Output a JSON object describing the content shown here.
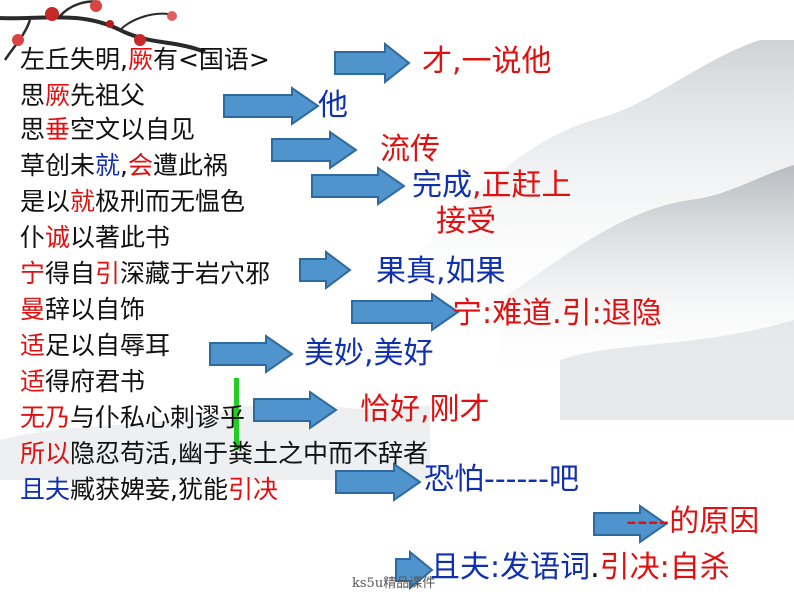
{
  "colors": {
    "black": "#111111",
    "red": "#e01010",
    "blue": "#1030b0",
    "arrow_fill": "#4f94cd",
    "arrow_stroke": "#2f6a9e",
    "marker": "#22cc22"
  },
  "decorations": {
    "top_left": "plum-blossom-branch",
    "right": "ink-wash-mountains"
  },
  "lines": [
    {
      "segments": [
        {
          "t": "左丘失明,",
          "c": "k"
        },
        {
          "t": "厥",
          "c": "r"
        },
        {
          "t": "有<国语>",
          "c": "k"
        }
      ]
    },
    {
      "segments": [
        {
          "t": "思",
          "c": "k"
        },
        {
          "t": "厥",
          "c": "r"
        },
        {
          "t": "先祖父",
          "c": "k"
        }
      ]
    },
    {
      "segments": [
        {
          "t": "思",
          "c": "k"
        },
        {
          "t": "垂",
          "c": "r"
        },
        {
          "t": "空文以自见",
          "c": "k"
        }
      ]
    },
    {
      "segments": [
        {
          "t": "草创未",
          "c": "k"
        },
        {
          "t": "就",
          "c": "b"
        },
        {
          "t": ",",
          "c": "k"
        },
        {
          "t": "会",
          "c": "r"
        },
        {
          "t": "遭此祸",
          "c": "k"
        }
      ]
    },
    {
      "segments": [
        {
          "t": "是以",
          "c": "k"
        },
        {
          "t": "就",
          "c": "r"
        },
        {
          "t": "极刑而无愠色",
          "c": "k"
        }
      ]
    },
    {
      "segments": [
        {
          "t": "仆",
          "c": "k"
        },
        {
          "t": "诚",
          "c": "r"
        },
        {
          "t": "以著此书",
          "c": "k"
        }
      ]
    },
    {
      "segments": [
        {
          "t": "宁",
          "c": "r"
        },
        {
          "t": "得自",
          "c": "k"
        },
        {
          "t": "引",
          "c": "r"
        },
        {
          "t": "深藏于岩穴邪",
          "c": "k"
        }
      ]
    },
    {
      "segments": [
        {
          "t": "曼",
          "c": "r"
        },
        {
          "t": "辞以自饰",
          "c": "k"
        }
      ]
    },
    {
      "segments": [
        {
          "t": "适",
          "c": "r"
        },
        {
          "t": "足以自辱耳",
          "c": "k"
        }
      ]
    },
    {
      "segments": [
        {
          "t": "适",
          "c": "r"
        },
        {
          "t": "得府君书",
          "c": "k"
        }
      ]
    },
    {
      "segments": [
        {
          "t": "无乃",
          "c": "r"
        },
        {
          "t": "与仆私心刺谬乎",
          "c": "k"
        }
      ]
    },
    {
      "segments": [
        {
          "t": "所以",
          "c": "r"
        },
        {
          "t": "隐忍苟活,幽于粪土之中而不辞者",
          "c": "k"
        }
      ]
    },
    {
      "segments": [
        {
          "t": "且夫",
          "c": "b"
        },
        {
          "t": "臧获婢妾,犹能",
          "c": "k"
        },
        {
          "t": "引决",
          "c": "r"
        }
      ]
    }
  ],
  "answers": [
    {
      "segments": [
        {
          "t": "才,一说他",
          "c": "r"
        }
      ]
    },
    {
      "segments": [
        {
          "t": "他",
          "c": "b"
        }
      ]
    },
    {
      "segments": [
        {
          "t": "流传",
          "c": "r"
        }
      ]
    },
    {
      "segments": [
        {
          "t": "完成",
          "c": "b"
        },
        {
          "t": ",正赶上",
          "c": "r"
        }
      ]
    },
    {
      "segments": [
        {
          "t": "接受",
          "c": "r"
        }
      ]
    },
    {
      "segments": [
        {
          "t": "果真,如果",
          "c": "b"
        }
      ]
    },
    {
      "segments": [
        {
          "t": "宁:难道.引:退隐",
          "c": "r"
        }
      ]
    },
    {
      "segments": [
        {
          "t": "美妙,美好",
          "c": "b"
        }
      ]
    },
    {
      "segments": [
        {
          "t": "恰好,刚才",
          "c": "r"
        }
      ]
    },
    {
      "segments": [
        {
          "t": "恐怕------吧",
          "c": "b"
        }
      ]
    },
    {
      "segments": [
        {
          "t": "----的原因",
          "c": "r"
        }
      ]
    },
    {
      "segments": [
        {
          "t": "且夫:发语词",
          "c": "b"
        },
        {
          "t": ".",
          "c": "k"
        },
        {
          "t": "引决:自杀",
          "c": "r"
        }
      ]
    }
  ],
  "footer": "ks5u精品课件"
}
